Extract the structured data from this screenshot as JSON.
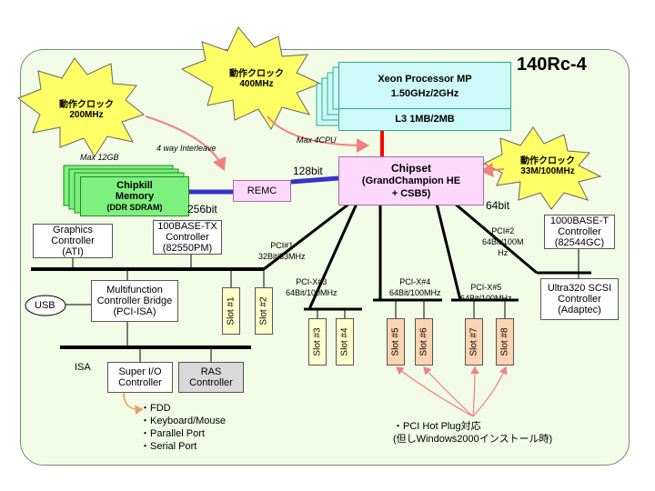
{
  "title": "140Rc-4",
  "bursts": [
    {
      "line1": "動作クロック",
      "line2": "200MHz"
    },
    {
      "line1": "動作クロック",
      "line2": "400MHz"
    },
    {
      "line1": "動作クロック",
      "line2": "33M/100MHz"
    }
  ],
  "cpu": {
    "line1": "Xeon Processor  MP",
    "line2": "1.50GHz/2GHz",
    "line3": "L3   1MB/2MB"
  },
  "chipset": {
    "line1": "Chipset",
    "line2": "(GrandChampion HE",
    "line3": "+ CSB5)"
  },
  "memory": {
    "line1": "Chipkill",
    "line2": "Memory",
    "line3": "(DDR SDRAM)"
  },
  "remc": "REMC",
  "labels": {
    "max_cpu": "Max 4CPU",
    "max_mem": "Max 12GB",
    "interleave": "4 way Interleave",
    "bus128": "128bit",
    "bus256": "256bit",
    "bus64": "64bit",
    "pci1_a": "PCI#1",
    "pci1_b": "32Bit/33MHz",
    "pcix3_a": "PCI-X#3",
    "pcix3_b": "64Bit/100MHz",
    "pcix4_a": "PCI-X#4",
    "pcix4_b": "64Bit/100MHz",
    "pcix5_a": "PCI-X#5",
    "pcix5_b": "64Bit/100MHz",
    "pci2_a": "PCI#2",
    "pci2_b": "64Bit/100M",
    "pci2_c": "Hz",
    "isa": "ISA",
    "usb": "USB"
  },
  "graphics": {
    "line1": "Graphics",
    "line2": "Controller",
    "line3": "(ATI)"
  },
  "lan100": {
    "line1": "100BASE-TX",
    "line2": "Controller",
    "line3": "(82550PM)"
  },
  "lan1000": {
    "line1": "1000BASE-T",
    "line2": "Controller",
    "line3": "(82544GC)"
  },
  "scsi": {
    "line1": "Ultra320 SCSI",
    "line2": "Controller",
    "line3": "(Adaptec)"
  },
  "bridge": {
    "line1": "Multifunction",
    "line2": "Controller Bridge",
    "line3": "(PCI-ISA)"
  },
  "superio": {
    "line1": "Super I/O",
    "line2": "Controller"
  },
  "ras": {
    "line1": "RAS",
    "line2": "Controller"
  },
  "slots": [
    "Slot #1",
    "Slot #2",
    "Slot #3",
    "Slot #4",
    "Slot #5",
    "Slot #6",
    "Slot #7",
    "Slot #8"
  ],
  "superio_list": [
    "・FDD",
    "・Keyboard/Mouse",
    "・Parallel Port",
    "・Serial Port"
  ],
  "hotplug": {
    "line1": "・PCI Hot Plug対応",
    "line2": "(但しWindows2000インストール時)"
  },
  "colors": {
    "cpu": "#cdf9f9",
    "memory": "#7ef07e",
    "chipset": "#fcd9fc",
    "burst": "#ffff66",
    "slot_yellow": "#ffffcc",
    "slot_orange": "#fcd4b2",
    "cpu_link": "#ff0000",
    "mem_link": "#3333cc",
    "arrow": "#f08080"
  }
}
